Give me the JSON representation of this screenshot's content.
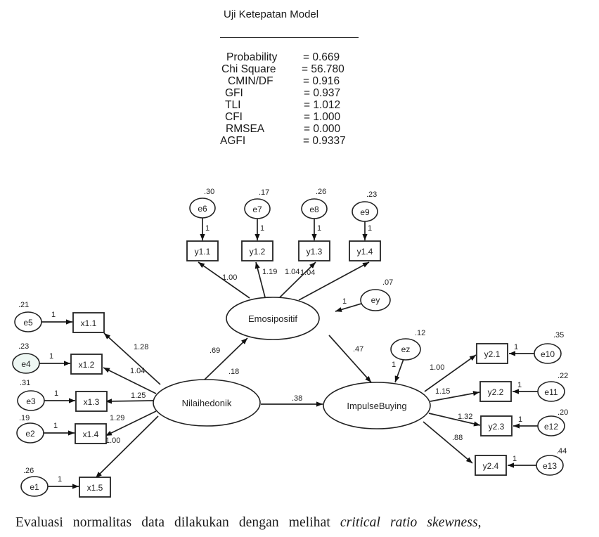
{
  "fit_table": {
    "title": "Uji Ketepatan Model",
    "rows": [
      {
        "label": "Probability",
        "value": "= 0.669"
      },
      {
        "label": "Chi Square",
        "value": "= 56.780"
      },
      {
        "label": "CMIN/DF",
        "value": "= 0.916"
      },
      {
        "label": "GFI",
        "value": "= 0.937"
      },
      {
        "label": "TLI",
        "value": "= 1.012"
      },
      {
        "label": "CFI",
        "value": "= 1.000"
      },
      {
        "label": "RMSEA",
        "value": "= 0.000"
      },
      {
        "label": "AGFI",
        "value": "= 0.9337"
      }
    ]
  },
  "latents": {
    "emosipositif": {
      "label": "Emosipositif"
    },
    "nilaihedonik": {
      "label": "Nilaihedonik",
      "variance": ".18"
    },
    "impulsebuying": {
      "label": "ImpulseBuying"
    }
  },
  "indicators": [
    {
      "id": "y1.1",
      "label": "y1.1",
      "error": "e6",
      "error_variance": ".30",
      "loading": "1.00",
      "error_weight": "1"
    },
    {
      "id": "y1.2",
      "label": "y1.2",
      "error": "e7",
      "error_variance": ".17",
      "loading": "1.19",
      "error_weight": "1"
    },
    {
      "id": "y1.3",
      "label": "y1.3",
      "error": "e8",
      "error_variance": ".26",
      "loading": "1.04",
      "error_weight": "1"
    },
    {
      "id": "y1.4",
      "label": "y1.4",
      "error": "e9",
      "error_variance": ".23",
      "loading": "1.04",
      "error_weight": "1"
    },
    {
      "id": "x1.1",
      "label": "x1.1",
      "error": "e5",
      "error_variance": ".21",
      "loading": "1.28",
      "error_weight": "1"
    },
    {
      "id": "x1.2",
      "label": "x1.2",
      "error": "e4",
      "error_variance": ".23",
      "loading": "1.04",
      "error_weight": "1"
    },
    {
      "id": "x1.3",
      "label": "x1.3",
      "error": "e3",
      "error_variance": ".31",
      "loading": "1.25",
      "error_weight": "1"
    },
    {
      "id": "x1.4",
      "label": "x1.4",
      "error": "e2",
      "error_variance": ".19",
      "loading": "1.29",
      "error_weight": "1"
    },
    {
      "id": "x1.5",
      "label": "x1.5",
      "error": "e1",
      "error_variance": ".26",
      "loading": "1.00",
      "error_weight": "1"
    },
    {
      "id": "y2.1",
      "label": "y2.1",
      "error": "e10",
      "error_variance": ".35",
      "loading": "1.00",
      "error_weight": "1"
    },
    {
      "id": "y2.2",
      "label": "y2.2",
      "error": "e11",
      "error_variance": ".22",
      "loading": "1.15",
      "error_weight": "1"
    },
    {
      "id": "y2.3",
      "label": "y2.3",
      "error": "e12",
      "error_variance": ".20",
      "loading": "1.32",
      "error_weight": "1"
    },
    {
      "id": "y2.4",
      "label": "y2.4",
      "error": "e13",
      "error_variance": ".44",
      "loading": ".88",
      "error_weight": "1"
    }
  ],
  "disturbances": {
    "ey": {
      "label": "ey",
      "variance": ".07",
      "weight": "1"
    },
    "ez": {
      "label": "ez",
      "variance": ".12",
      "weight": "1"
    }
  },
  "structural_paths": {
    "nilaihedonik_to_emosipositif": ".69",
    "emosipositif_to_impulsebuying": ".47",
    "nilaihedonik_to_impulsebuying": ".38"
  },
  "paragraph": {
    "normal": "Evaluasi normalitas data dilakukan dengan melihat ",
    "italic": "critical ratio skewness",
    "trail": ","
  }
}
